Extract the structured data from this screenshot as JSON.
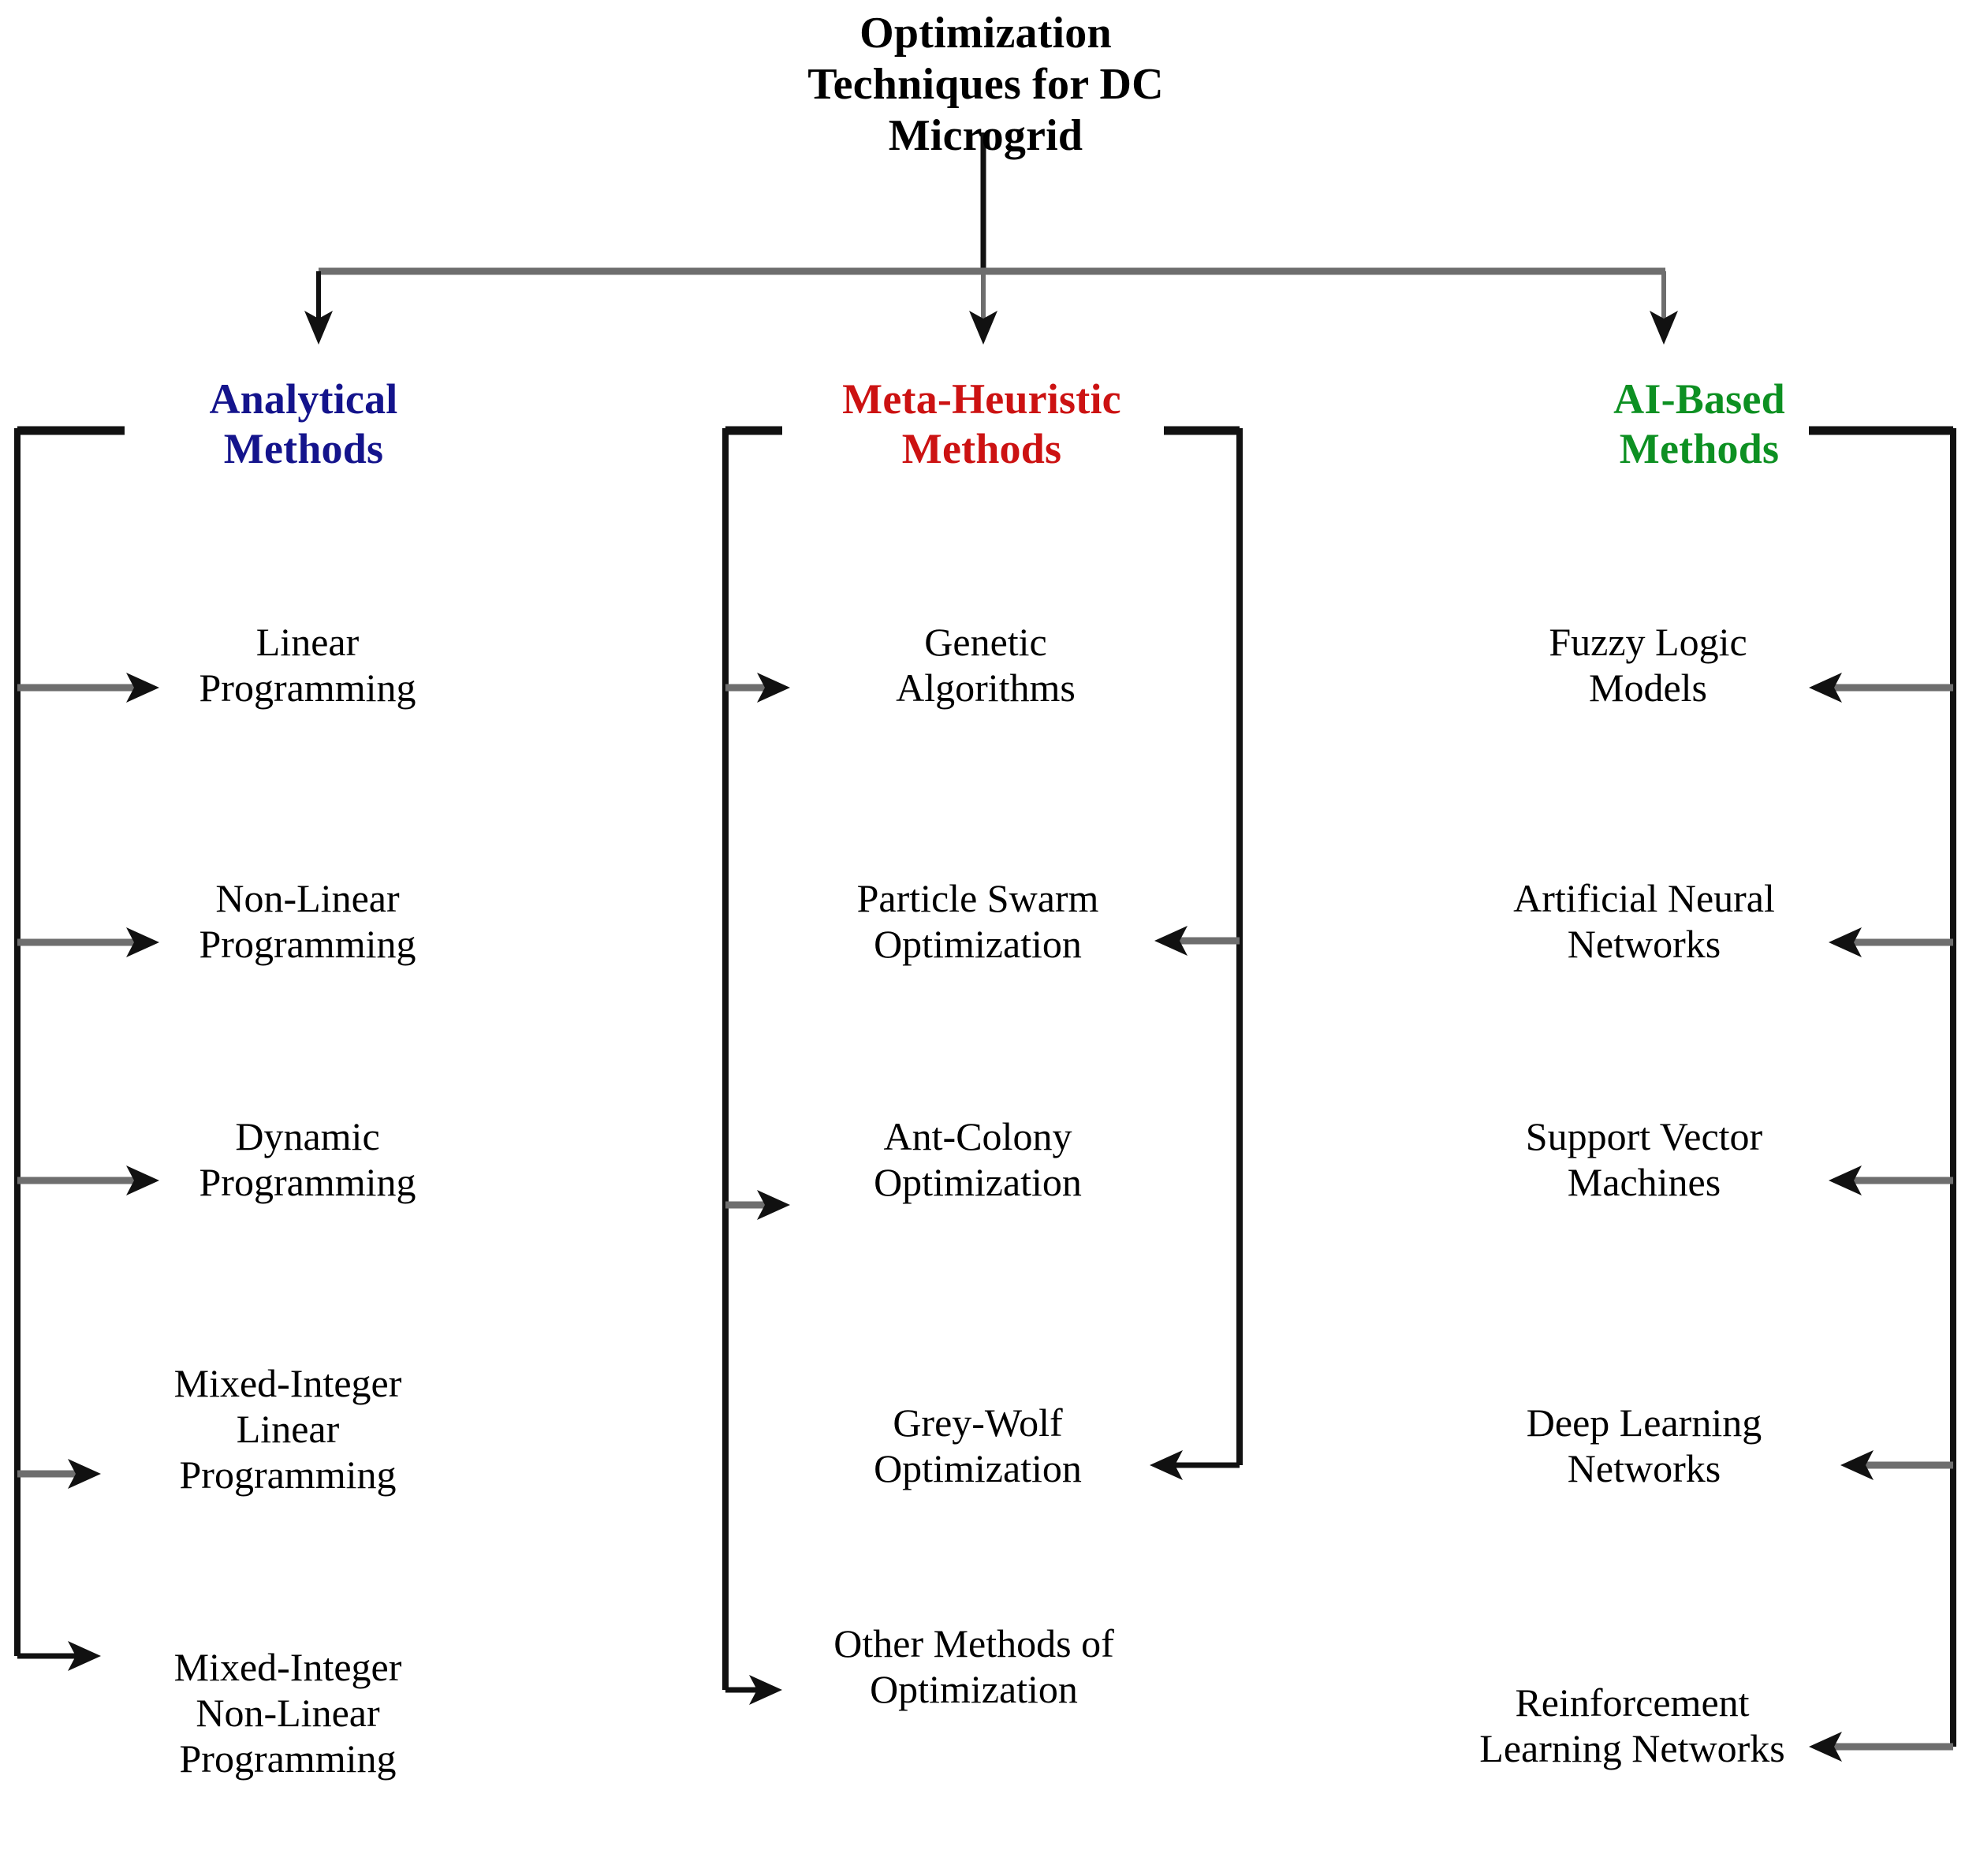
{
  "diagram": {
    "type": "tree-taxonomy",
    "root": {
      "label": "Optimization\nTechniques for DC\nMicrogrid",
      "color": "#000000"
    },
    "categories": [
      {
        "id": "analytical",
        "label": "Analytical\nMethods",
        "color": "#14148c",
        "bracket_side": "left",
        "arrow_direction": "right",
        "items": [
          {
            "label": "Linear\nProgramming"
          },
          {
            "label": "Non-Linear\nProgramming"
          },
          {
            "label": "Dynamic\nProgramming"
          },
          {
            "label": "Mixed-Integer\nLinear\nProgramming"
          },
          {
            "label": "Mixed-Integer\nNon-Linear\nProgramming"
          }
        ]
      },
      {
        "id": "meta-heuristic",
        "label": "Meta-Heuristic\nMethods",
        "color": "#cc1212",
        "bracket_side": "both",
        "arrow_direction": "mixed",
        "items": [
          {
            "label": "Genetic\nAlgorithms",
            "arrow_from": "left"
          },
          {
            "label": "Particle Swarm\nOptimization",
            "arrow_from": "right"
          },
          {
            "label": "Ant-Colony\nOptimization",
            "arrow_from": "left"
          },
          {
            "label": "Grey-Wolf\nOptimization",
            "arrow_from": "right"
          },
          {
            "label": "Other Methods of\nOptimization",
            "arrow_from": "left"
          }
        ]
      },
      {
        "id": "ai-based",
        "label": "AI-Based\nMethods",
        "color": "#0d9022",
        "bracket_side": "right",
        "arrow_direction": "left",
        "items": [
          {
            "label": "Fuzzy Logic\nModels"
          },
          {
            "label": "Artificial Neural\nNetworks"
          },
          {
            "label": "Support Vector\nMachines"
          },
          {
            "label": "Deep Learning\nNetworks"
          },
          {
            "label": "Reinforcement\nLearning Networks"
          }
        ]
      }
    ],
    "style": {
      "connector_color": "#6e6e6e",
      "bracket_color": "#000000",
      "background": "#ffffff"
    }
  }
}
